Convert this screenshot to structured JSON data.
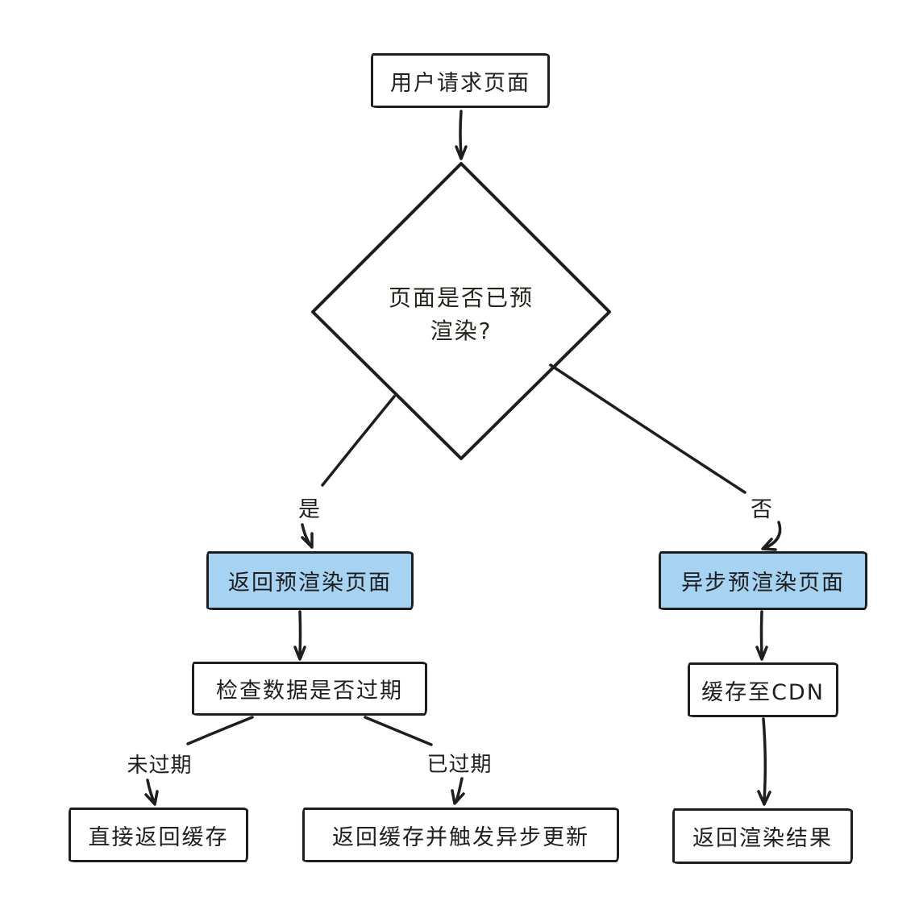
{
  "diagram": {
    "type": "flowchart",
    "colors": {
      "background": "#ffffff",
      "stroke": "#1e1e1e",
      "decision_fill": "#fbe9a0",
      "action_fill": "#a7d3f3",
      "plain_fill": "#ffffff"
    },
    "nodes": {
      "user_request": {
        "label": "用户请求页面",
        "shape": "rect",
        "fill": "#ffffff"
      },
      "decision_prerendered": {
        "label": "页面是否已预\n渲染?",
        "shape": "diamond",
        "fill": "#fbe9a0"
      },
      "return_prerendered_page": {
        "label": "返回预渲染页面",
        "shape": "rect",
        "fill": "#a7d3f3"
      },
      "async_prerender_page": {
        "label": "异步预渲染页面",
        "shape": "rect",
        "fill": "#a7d3f3"
      },
      "check_data_expired": {
        "label": "检查数据是否过期",
        "shape": "rect",
        "fill": "#ffffff"
      },
      "return_cache_direct": {
        "label": "直接返回缓存",
        "shape": "rect",
        "fill": "#ffffff"
      },
      "return_cache_trigger_update": {
        "label": "返回缓存并触发异步更新",
        "shape": "rect",
        "fill": "#ffffff"
      },
      "cache_to_cdn": {
        "label": "缓存至CDN",
        "shape": "rect",
        "fill": "#ffffff"
      },
      "return_render_result": {
        "label": "返回渲染结果",
        "shape": "rect",
        "fill": "#ffffff"
      }
    },
    "edge_labels": {
      "yes": "是",
      "no": "否",
      "not_expired": "未过期",
      "expired": "已过期"
    }
  }
}
